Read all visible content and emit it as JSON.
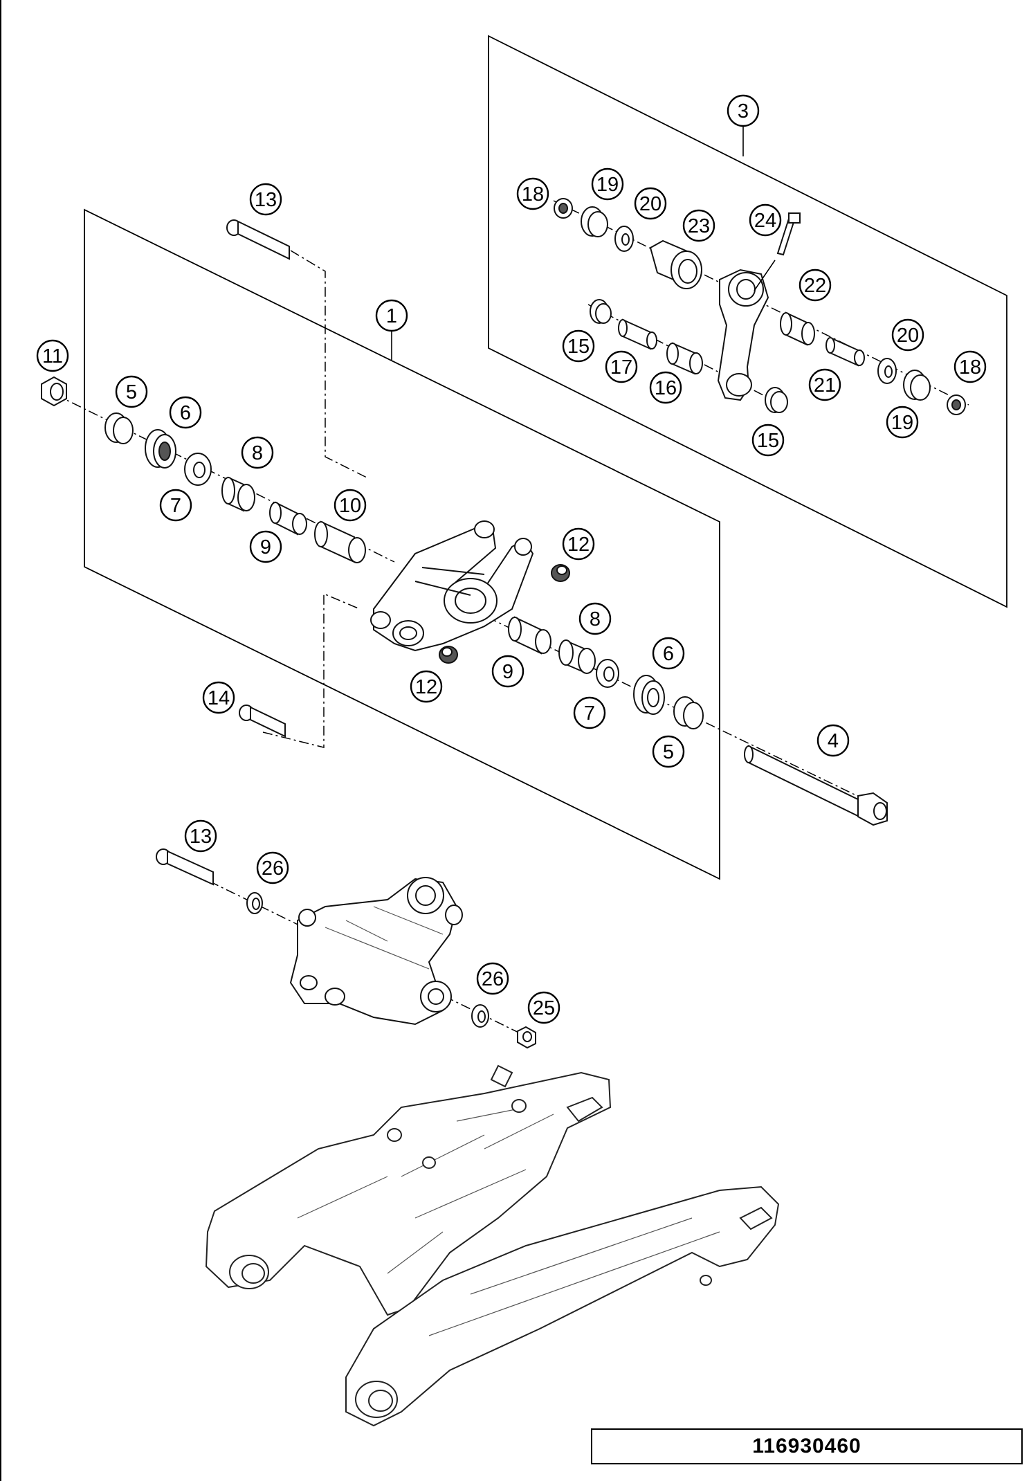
{
  "diagram": {
    "drawing_number": "116930460",
    "callouts": [
      "1",
      "3",
      "4",
      "5",
      "5",
      "6",
      "6",
      "7",
      "7",
      "8",
      "8",
      "9",
      "9",
      "10",
      "11",
      "12",
      "12",
      "13",
      "13",
      "14",
      "15",
      "15",
      "16",
      "17",
      "18",
      "18",
      "19",
      "19",
      "20",
      "20",
      "21",
      "22",
      "23",
      "24",
      "25",
      "26",
      "26"
    ]
  }
}
